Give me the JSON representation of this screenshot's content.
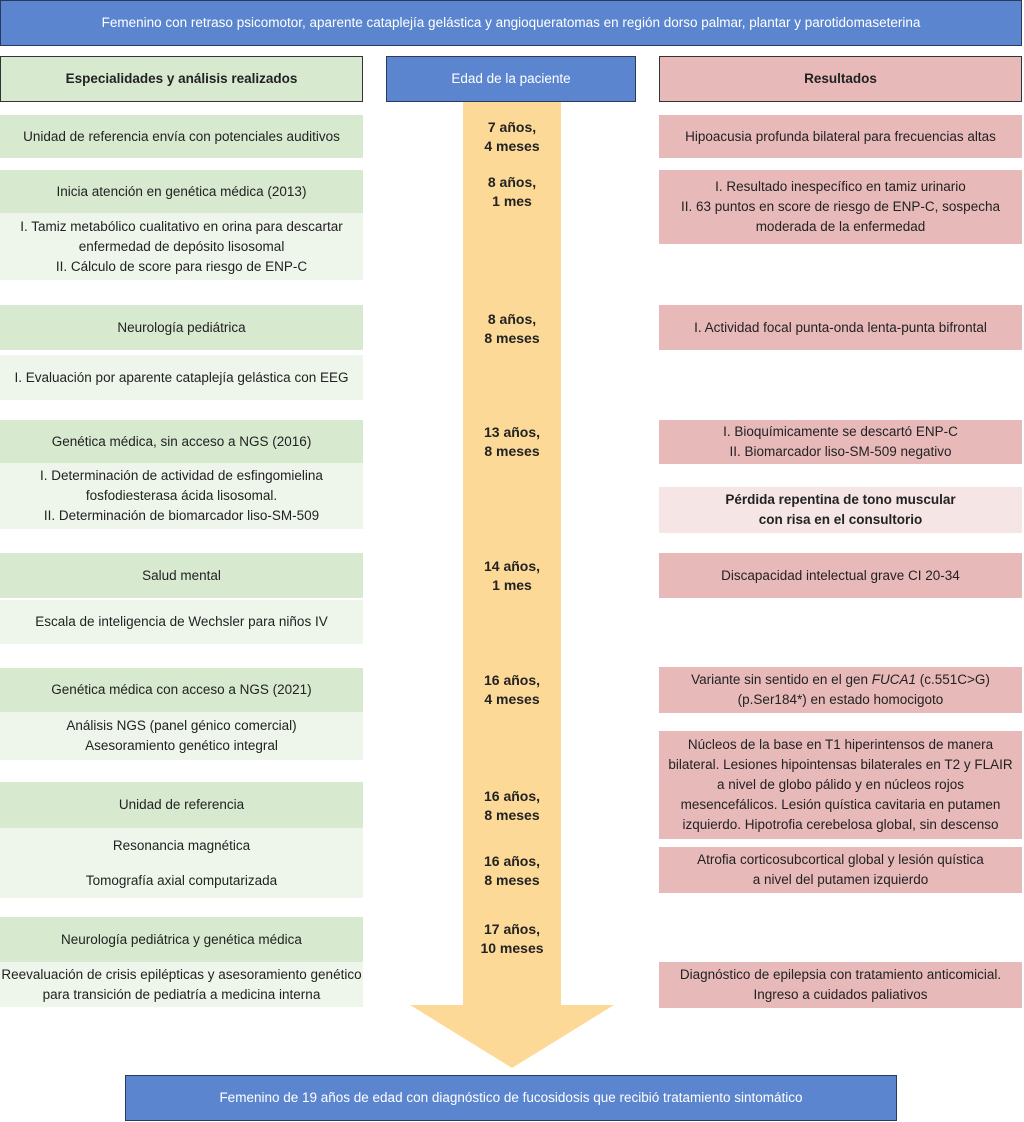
{
  "title": "Femenino con retraso psicomotor, aparente cataplejía gelástica y angioqueratomas en región dorso palmar, plantar y parotidomaseterina",
  "headers": {
    "left": "Especialidades y análisis realizados",
    "middle": "Edad de la paciente",
    "right": "Resultados"
  },
  "left": [
    {
      "main": "Unidad de referencia envía con potenciales auditivos"
    },
    {
      "main": "Inicia atención en genética médica (2013)",
      "sub": [
        "I. Tamiz metabólico cualitativo en orina para descartar",
        "enfermedad de depósito lisosomal",
        "II. Cálculo de score para riesgo de ENP-C"
      ]
    },
    {
      "main": "Neurología pediátrica",
      "sub": [
        "I.  Evaluación por aparente cataplejía gelástica con EEG"
      ]
    },
    {
      "main": "Genética médica, sin acceso a NGS (2016)",
      "sub": [
        "I. Determinación de actividad de esfingomielina",
        "fosfodiesterasa ácida lisosomal.",
        "II. Determinación de biomarcador liso-SM-509"
      ]
    },
    {
      "main": "Salud mental",
      "sub": [
        "Escala de inteligencia de Wechsler para niños IV"
      ]
    },
    {
      "main": "Genética médica con acceso a NGS (2021)",
      "sub": [
        "Análisis NGS (panel génico comercial)",
        "Asesoramiento genético integral"
      ]
    },
    {
      "main": "Unidad de referencia",
      "sub": [
        "Resonancia magnética",
        "Tomografía axial computarizada"
      ]
    },
    {
      "main": "Neurología pediátrica y genética médica",
      "sub": [
        "Reevaluación de crisis epilépticas y asesoramiento genético",
        "para transición de pediatría a medicina interna"
      ]
    }
  ],
  "ages": [
    [
      "7 años,",
      "4 meses"
    ],
    [
      "8 años,",
      "1 mes"
    ],
    [
      "8 años,",
      "8 meses"
    ],
    [
      "13 años,",
      "8 meses"
    ],
    [
      "14 años,",
      "1 mes"
    ],
    [
      "16 años,",
      "4 meses"
    ],
    [
      "16 años,",
      "8 meses"
    ],
    [
      "16 años,",
      "8 meses"
    ],
    [
      "17 años,",
      "10 meses"
    ]
  ],
  "results": [
    [
      "Hipoacusia profunda bilateral para frecuencias altas"
    ],
    [
      "I. Resultado inespecífico en tamiz urinario",
      "II. 63 puntos en score de riesgo de ENP-C, sospecha",
      "moderada de la enfermedad"
    ],
    [
      "I. Actividad focal punta-onda lenta-punta bifrontal"
    ],
    [
      "I. Bioquímicamente se descartó ENP-C",
      "II. Biomarcador liso-SM-509 negativo"
    ],
    [
      "Pérdida repentina de tono muscular",
      "con risa en el consultorio"
    ],
    [
      "Discapacidad intelectual grave CI 20-34"
    ],
    [
      "Variante sin sentido en el gen ",
      "FUCA1",
      " (c.551C>G)",
      "(p.Ser184*) en estado homocigoto"
    ],
    [
      "Núcleos de la base en T1 hiperintensos de manera",
      "bilateral. Lesiones hipointensas bilaterales en T2 y FLAIR",
      "a nivel de globo pálido y en núcleos rojos",
      "mesencefálicos. Lesión quística cavitaria en putamen",
      "izquierdo. Hipotrofia cerebelosa global, sin descenso"
    ],
    [
      "Atrofia corticosubcortical global y lesión quística",
      "a nivel del putamen izquierdo"
    ],
    [
      "Diagnóstico de epilepsia con tratamiento anticomicial.",
      "Ingreso a cuidados paliativos"
    ]
  ],
  "conclusion": "Femenino de 19 años de edad con diagnóstico de fucosidosis que recibió tratamiento sintomático",
  "colors": {
    "blue": "#5b86cf",
    "green": "#d7e9cf",
    "light_green": "#eef5ea",
    "pink": "#e8b9b9",
    "light_pink": "#f5e5e5",
    "arrow": "#fdd998"
  }
}
